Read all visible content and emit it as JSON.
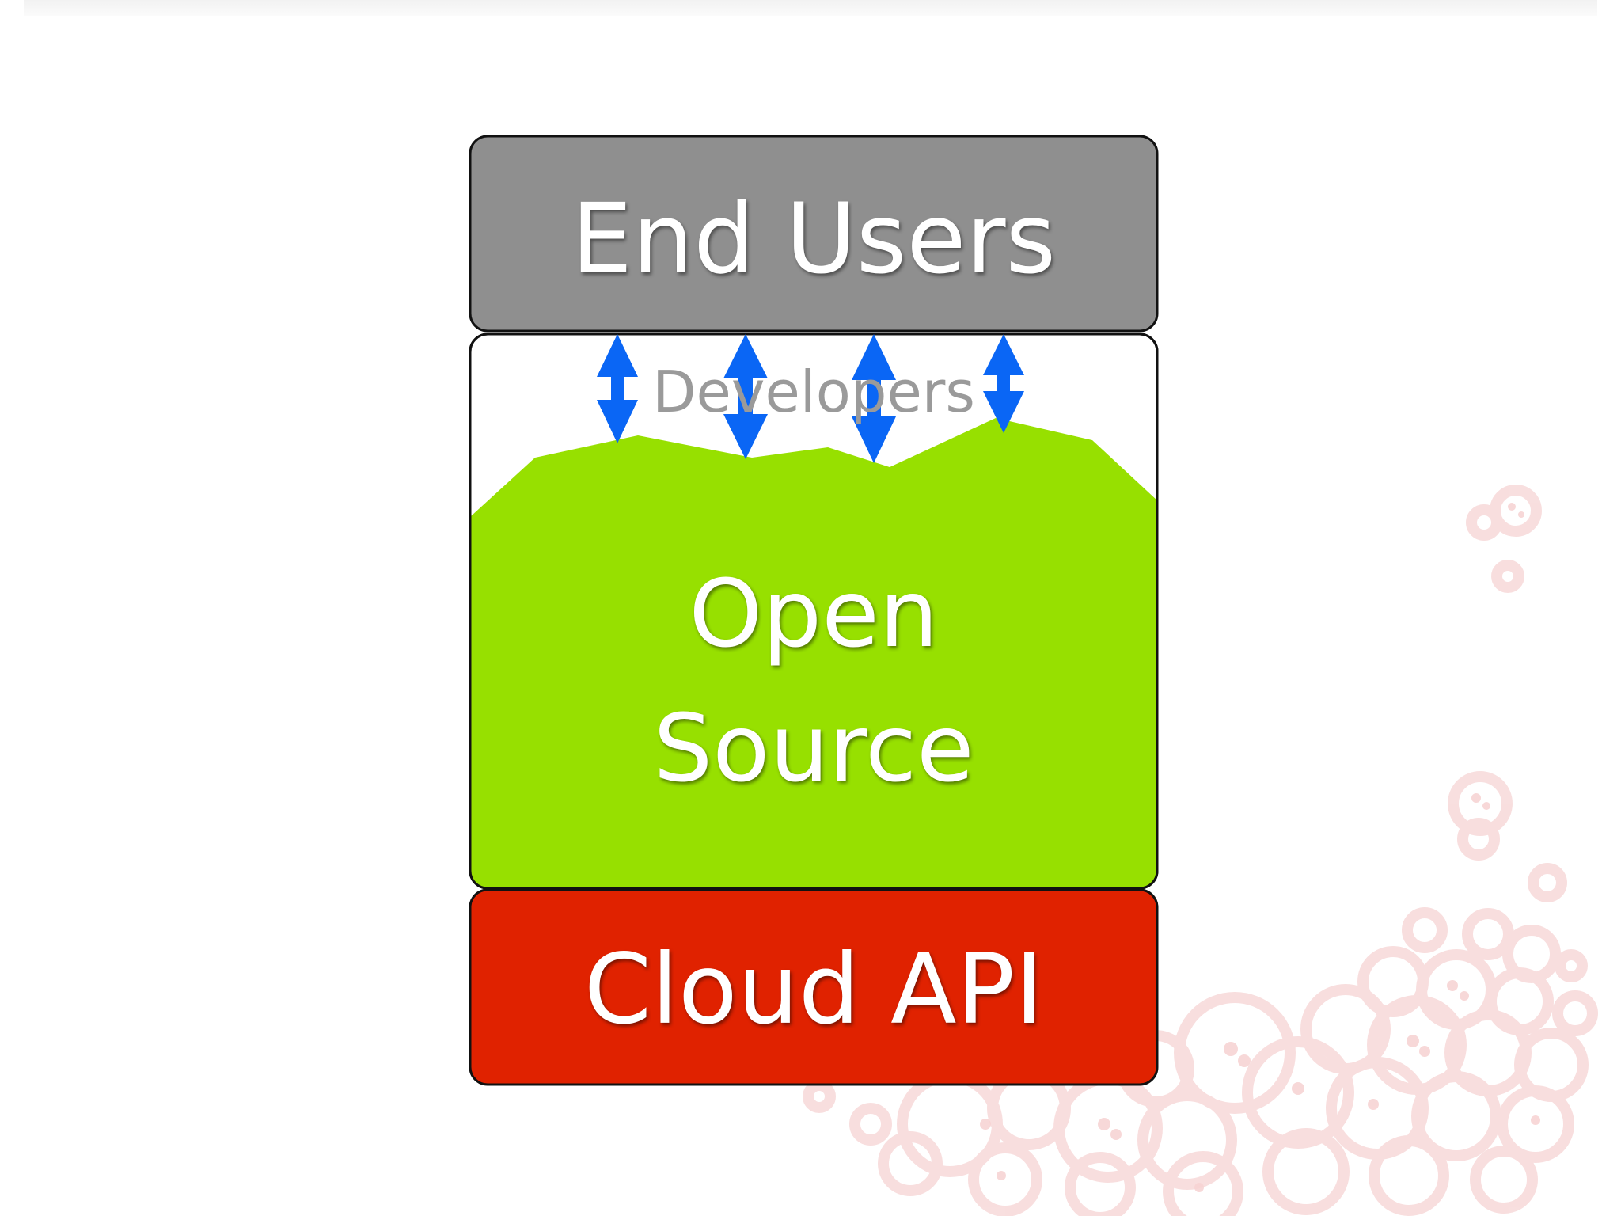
{
  "diagram": {
    "layers": {
      "end_users": {
        "label": "End Users",
        "color": "#8f8f8f"
      },
      "developers": {
        "label": "Developers",
        "color": "#9a9a9a"
      },
      "open_source": {
        "line1": "Open",
        "line2": "Source",
        "color": "#97e000"
      },
      "cloud_api": {
        "label": "Cloud API",
        "color": "#e02200"
      }
    },
    "arrow_color": "#0a66f5",
    "arrow_icon": "double-headed-vertical-arrow"
  }
}
